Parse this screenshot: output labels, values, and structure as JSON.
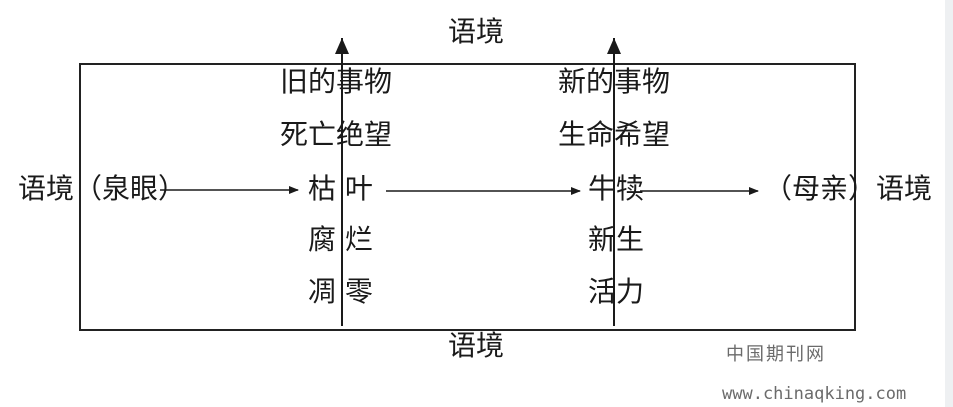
{
  "diagram": {
    "top_label": "语境",
    "bottom_label": "语境",
    "left_context": "语境（泉眼）",
    "right_context": "（母亲）语境",
    "old_column": {
      "title": "旧的事物",
      "subtitle": "死亡绝望",
      "items": [
        "枯 叶",
        "腐 烂",
        "凋 零"
      ]
    },
    "new_column": {
      "title": "新的事物",
      "subtitle": "生命希望",
      "items": [
        "牛犊",
        "新生",
        "活力"
      ]
    }
  },
  "watermark": {
    "site_name": "中国期刊网",
    "url": "www.chinaqking.com"
  },
  "colors": {
    "ink": "#1a1a1a",
    "watermark": "#6b6b6b"
  }
}
